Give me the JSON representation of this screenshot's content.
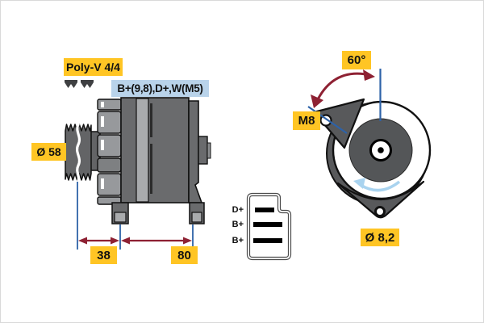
{
  "diagram": {
    "title_context": "alternator-technical-drawing",
    "labels": {
      "belt_type": "Poly-V 4/4",
      "terminals_spec": "B+(9,8),D+,W(M5)",
      "pulley_diameter": "Ø 58",
      "dim_front": "38",
      "dim_rear": "80",
      "mount_angle": "60°",
      "mount_thread": "M8",
      "mount_hole_diameter": "Ø 8,2"
    },
    "connector": {
      "pins": [
        "D+",
        "B+",
        "B+"
      ]
    },
    "icons": {
      "belt_profile": "poly-v-belt-cross-section",
      "angle_arc": "double-headed-curved-arrow",
      "rotation": "counterclockwise-rotation-arrow",
      "dimension_arrows": "double-headed-linear-arrows"
    },
    "colors": {
      "label_yellow": "#ffc524",
      "label_blue": "#b9d3ea",
      "dimension_red": "#8e2133",
      "guide_blue": "#2d62a8",
      "rotation_blue": "#a9d3ef",
      "body_gray": "#6a6b6d",
      "band_light_gray": "#a9abad",
      "housing_dark_gray": "#58595b",
      "background": "#ffffff"
    }
  }
}
